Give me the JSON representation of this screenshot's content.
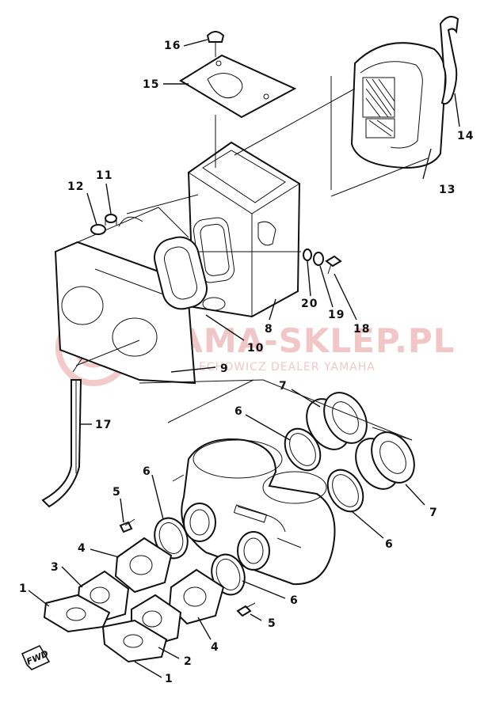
{
  "watermark": {
    "title": "YAMA-SKLEP.PL",
    "subtitle": "MOJOLECHOWICZ DEALER YAMAHA"
  },
  "direction_badge": "FWD",
  "callouts": {
    "c1a": "1",
    "c1b": "1",
    "c2": "2",
    "c3": "3",
    "c4a": "4",
    "c4b": "4",
    "c5a": "5",
    "c5b": "5",
    "c6a": "6",
    "c6b": "6",
    "c6c": "6",
    "c6d": "6",
    "c7a": "7",
    "c7b": "7",
    "c8": "8",
    "c9": "9",
    "c10": "10",
    "c11": "11",
    "c12": "12",
    "c13": "13",
    "c14": "14",
    "c15": "15",
    "c16": "16",
    "c17": "17",
    "c18": "18",
    "c19": "19",
    "c20": "20"
  },
  "colors": {
    "ink": "#111111",
    "watermark": "#f0c6c6"
  }
}
